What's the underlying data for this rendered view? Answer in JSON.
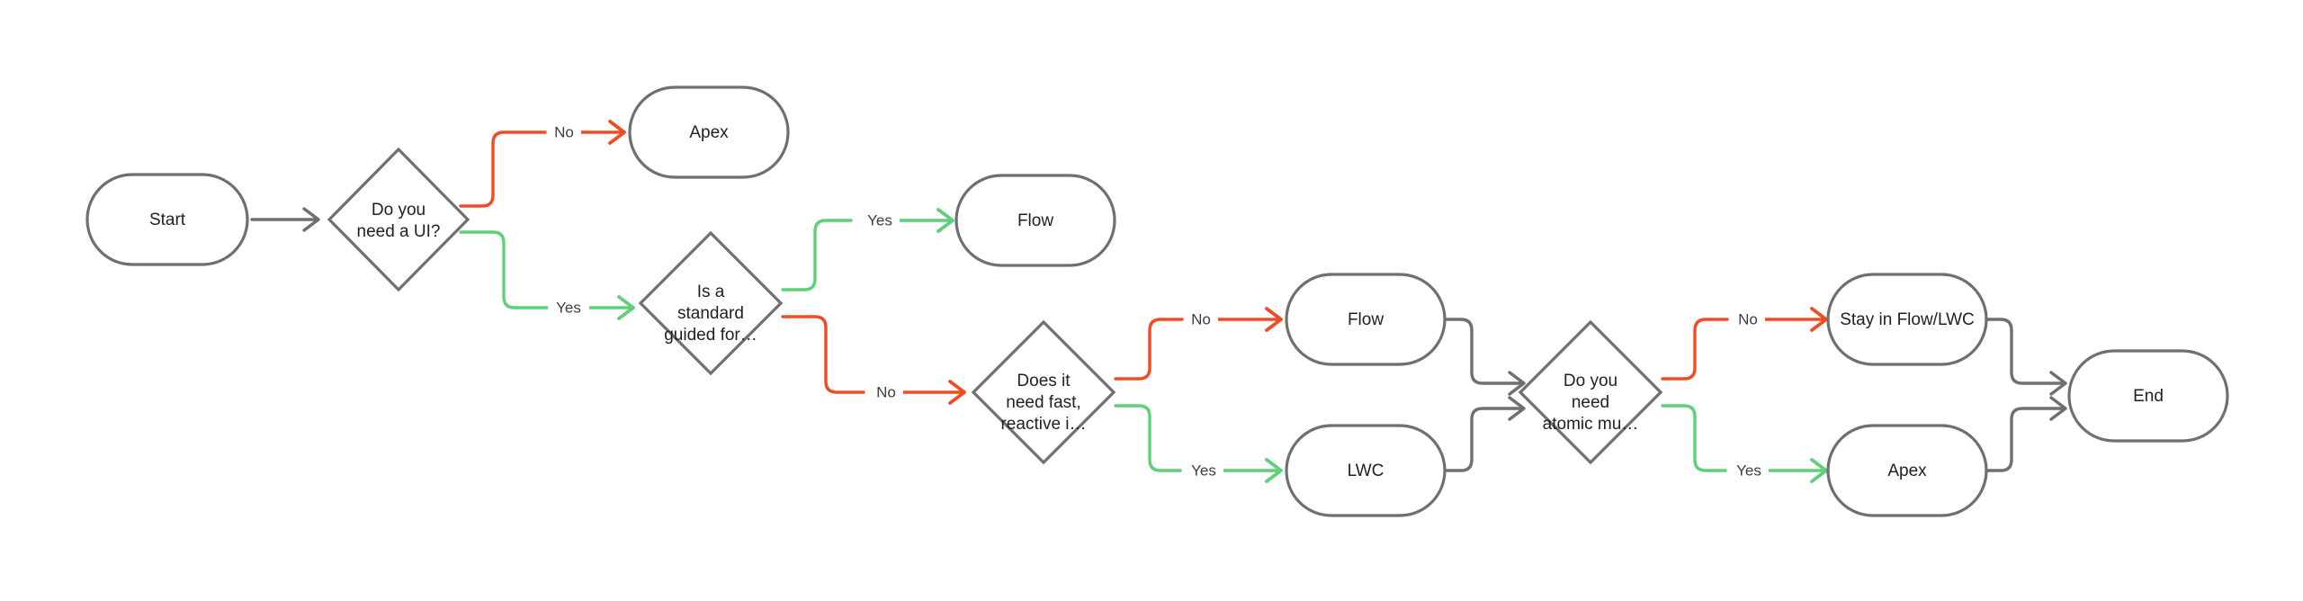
{
  "diagram": {
    "title": "Salesforce Development Decision Flowchart",
    "background_color": "#ffffff",
    "colors": {
      "node_stroke": "#6f6f6f",
      "node_fill": "#ffffff",
      "node_text": "#202124",
      "edge_default": "#6f6f6f",
      "edge_no": "#f04b23",
      "edge_yes": "#5ed07a",
      "edge_label_text": "#3c4043"
    }
  },
  "nodes": [
    {
      "id": "start",
      "label": "Start",
      "shape": "rounded-rect"
    },
    {
      "id": "q-ui",
      "label": "Do you\nneed a UI?",
      "shape": "diamond"
    },
    {
      "id": "apex-top",
      "label": "Apex",
      "shape": "rounded-rect"
    },
    {
      "id": "q-standard",
      "label": "Is a\nstandard\nguided for…",
      "shape": "diamond"
    },
    {
      "id": "flow-top",
      "label": "Flow",
      "shape": "rounded-rect"
    },
    {
      "id": "q-reactive",
      "label": "Does it\nneed fast,\nreactive i…",
      "shape": "diamond"
    },
    {
      "id": "flow-mid",
      "label": "Flow",
      "shape": "rounded-rect"
    },
    {
      "id": "lwc",
      "label": "LWC",
      "shape": "rounded-rect"
    },
    {
      "id": "q-atomic",
      "label": "Do you\nneed\natomic mu…",
      "shape": "diamond"
    },
    {
      "id": "stay-flow-lwc",
      "label": "Stay in Flow/LWC",
      "shape": "rounded-rect"
    },
    {
      "id": "apex-right",
      "label": "Apex",
      "shape": "rounded-rect"
    },
    {
      "id": "end",
      "label": "End",
      "shape": "rounded-rect"
    }
  ],
  "node_text_lines": {
    "start": [
      "Start"
    ],
    "q-ui": [
      "Do you",
      "need a UI?"
    ],
    "apex-top": [
      "Apex"
    ],
    "q-standard": [
      "Is a",
      "standard",
      "guided for…"
    ],
    "flow-top": [
      "Flow"
    ],
    "q-reactive": [
      "Does it",
      "need fast,",
      "reactive i…"
    ],
    "flow-mid": [
      "Flow"
    ],
    "lwc": [
      "LWC"
    ],
    "q-atomic": [
      "Do you",
      "need",
      "atomic mu…"
    ],
    "stay-flow-lwc": [
      "Stay in Flow/LWC"
    ],
    "apex-right": [
      "Apex"
    ],
    "end": [
      "End"
    ]
  },
  "edges": [
    {
      "id": "e1",
      "from": "start",
      "to": "q-ui",
      "label": "",
      "color": "default"
    },
    {
      "id": "e2",
      "from": "q-ui",
      "to": "apex-top",
      "label": "No",
      "color": "no"
    },
    {
      "id": "e3",
      "from": "q-ui",
      "to": "q-standard",
      "label": "Yes",
      "color": "yes"
    },
    {
      "id": "e4",
      "from": "q-standard",
      "to": "flow-top",
      "label": "Yes",
      "color": "yes"
    },
    {
      "id": "e5",
      "from": "q-standard",
      "to": "q-reactive",
      "label": "No",
      "color": "no"
    },
    {
      "id": "e6",
      "from": "q-reactive",
      "to": "flow-mid",
      "label": "No",
      "color": "no"
    },
    {
      "id": "e7",
      "from": "q-reactive",
      "to": "lwc",
      "label": "Yes",
      "color": "yes"
    },
    {
      "id": "e8",
      "from": "flow-mid",
      "to": "q-atomic",
      "label": "",
      "color": "default"
    },
    {
      "id": "e9",
      "from": "lwc",
      "to": "q-atomic",
      "label": "",
      "color": "default"
    },
    {
      "id": "e10",
      "from": "q-atomic",
      "to": "stay-flow-lwc",
      "label": "No",
      "color": "no"
    },
    {
      "id": "e11",
      "from": "q-atomic",
      "to": "apex-right",
      "label": "Yes",
      "color": "yes"
    },
    {
      "id": "e12",
      "from": "stay-flow-lwc",
      "to": "end",
      "label": "",
      "color": "default"
    },
    {
      "id": "e13",
      "from": "apex-right",
      "to": "end",
      "label": "",
      "color": "default"
    }
  ],
  "edge_labels": {
    "e2": "No",
    "e3": "Yes",
    "e4": "Yes",
    "e5": "No",
    "e6": "No",
    "e7": "Yes",
    "e10": "No",
    "e11": "Yes"
  }
}
